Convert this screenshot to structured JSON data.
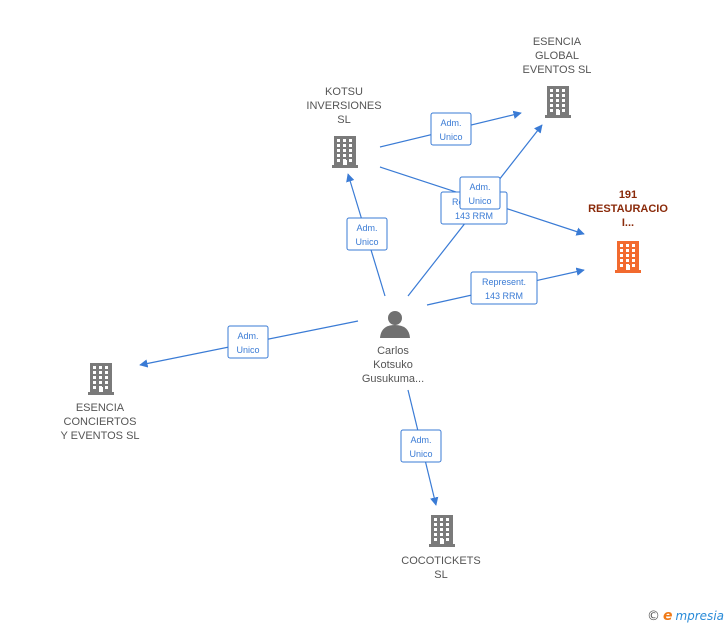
{
  "colors": {
    "edge": "#3a7bd5",
    "building": "#7a7a7a",
    "building_main": "#f26a2e",
    "person": "#707070"
  },
  "nodes": [
    {
      "id": "kotsu",
      "type": "company",
      "lines": [
        "KOTSU",
        "INVERSIONES",
        "SL"
      ]
    },
    {
      "id": "esencia_global",
      "type": "company",
      "lines": [
        "ESENCIA",
        "GLOBAL",
        "EVENTOS  SL"
      ]
    },
    {
      "id": "restauracio",
      "type": "company",
      "main": true,
      "lines": [
        "191",
        "RESTAURACIO",
        "I..."
      ]
    },
    {
      "id": "carlos",
      "type": "person",
      "lines": [
        "Carlos",
        "Kotsuko",
        "Gusukuma..."
      ]
    },
    {
      "id": "esencia_conciertos",
      "type": "company",
      "lines": [
        "ESENCIA",
        "CONCIERTOS",
        "Y EVENTOS  SL"
      ]
    },
    {
      "id": "cocotickets",
      "type": "company",
      "lines": [
        "COCOTICKETS",
        "SL"
      ]
    }
  ],
  "edges": [
    {
      "id": "kotsu-global",
      "lines": [
        "Adm.",
        "Unico"
      ]
    },
    {
      "id": "kotsu-restauracio",
      "lines": [
        "Adm.",
        "Unico"
      ]
    },
    {
      "id": "carlos-global",
      "lines": [
        "Represent.",
        "143 RRM"
      ]
    },
    {
      "id": "carlos-kotsu",
      "lines": [
        "Adm.",
        "Unico"
      ]
    },
    {
      "id": "carlos-restauracio",
      "lines": [
        "Represent.",
        "143 RRM"
      ]
    },
    {
      "id": "carlos-conciertos",
      "lines": [
        "Adm.",
        "Unico"
      ]
    },
    {
      "id": "carlos-coco",
      "lines": [
        "Adm.",
        "Unico"
      ]
    }
  ],
  "brand": {
    "copyright": "©",
    "initial": "e",
    "name": "mpresia"
  }
}
